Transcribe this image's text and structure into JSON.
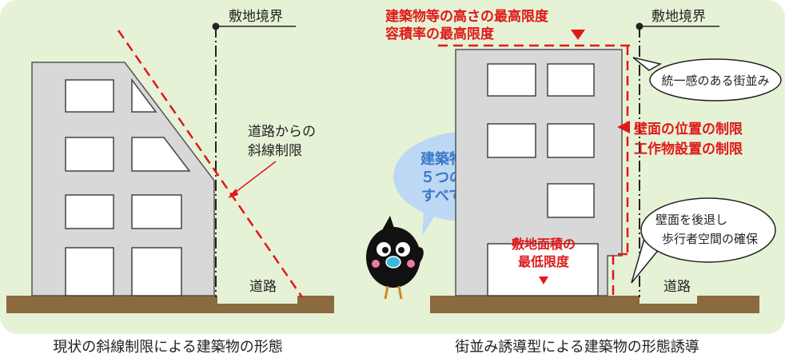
{
  "left": {
    "boundary_label": "敷地境界",
    "setback_label_1": "道路からの",
    "setback_label_2": "斜線制限",
    "road_label": "道路",
    "caption": "現状の斜線制限による建築物の形態"
  },
  "right": {
    "height_limit_label": "建築物等の高さの最高限度",
    "far_limit_label": "容積率の最高限度",
    "boundary_label": "敷地境界",
    "unified_label": "統一感のある街並み",
    "wall_position_label": "壁面の位置の制限",
    "structure_label": "工作物設置の制限",
    "setback_walk_1": "壁面を後退し",
    "setback_walk_2": "歩行者空間の確保",
    "min_area_1": "敷地面積の",
    "min_area_2": "最低限度",
    "road_label": "道路",
    "caption": "街並み誘導型による建築物の形態誘導"
  },
  "mascot_bubble": {
    "line1": "建築物に関する",
    "line2": "５つのルールを",
    "line3": "すべて定めます"
  },
  "colors": {
    "background_panel": "#e6f2d6",
    "building_fill": "#d8d8d8",
    "ground": "#8a6a3e",
    "red": "#e01818",
    "bubble_blue": "#bcd8f4",
    "bubble_text": "#3a78c8"
  }
}
